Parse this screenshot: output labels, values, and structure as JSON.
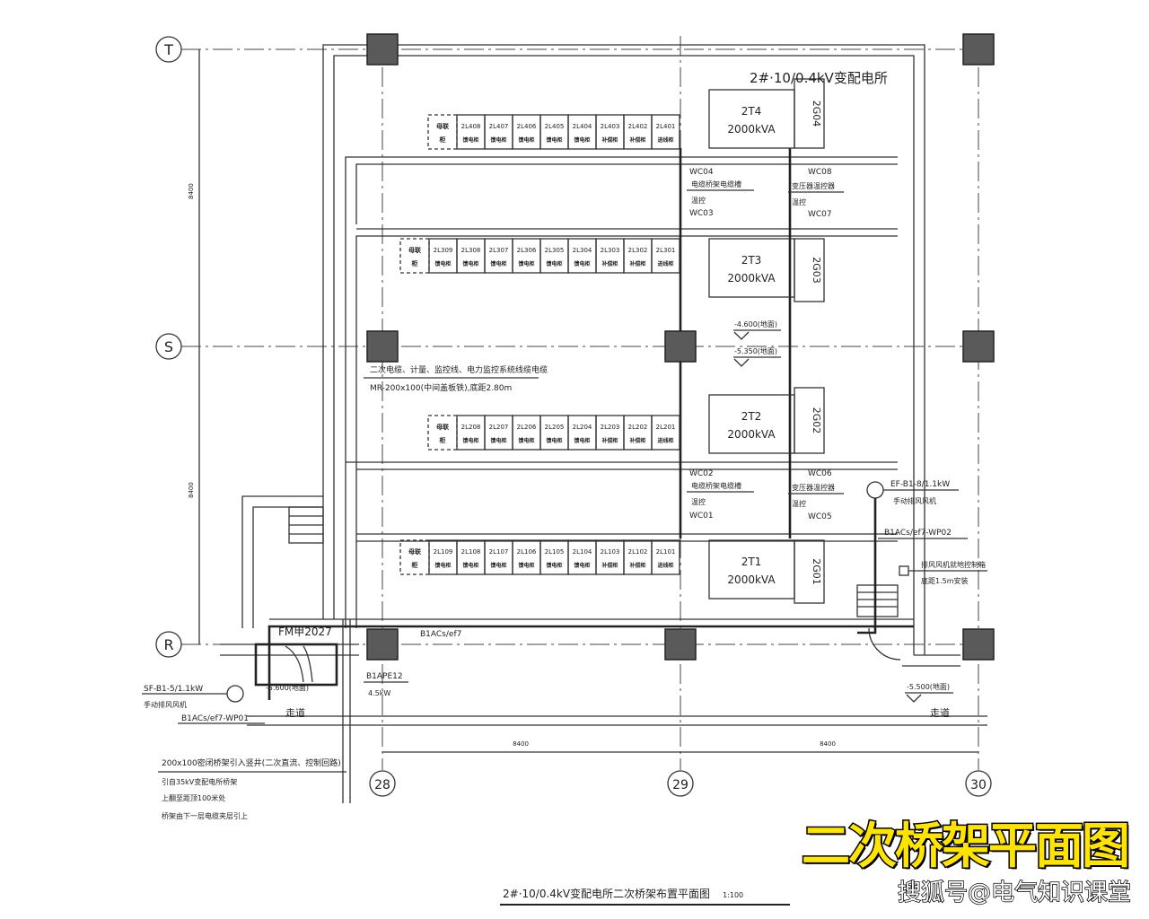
{
  "station_title": "2#·10/0.4kV变配电所",
  "drawing_title": "2#·10/0.4kV变配电所二次桥架布置平面图",
  "scale": "1:100",
  "axes": {
    "rows": [
      "T",
      "S",
      "R"
    ],
    "cols": [
      "28",
      "29",
      "30"
    ]
  },
  "dimensions": {
    "span_1": "8400",
    "span_2": "8400",
    "vert_1": "8400",
    "vert_2": "8400"
  },
  "cabinet_rows": [
    {
      "first": [
        "母联",
        "柜"
      ],
      "codes": [
        "2L408",
        "2L407",
        "2L406",
        "2L405",
        "2L404",
        "2L403",
        "2L402",
        "2L401"
      ],
      "types": [
        "馈电柜",
        "馈电柜",
        "馈电柜",
        "馈电柜",
        "馈电柜",
        "补偿柜",
        "补偿柜",
        "进线柜"
      ]
    },
    {
      "first": [
        "母联",
        "柜"
      ],
      "codes": [
        "2L309",
        "2L308",
        "2L307",
        "2L306",
        "2L305",
        "2L304",
        "2L303",
        "2L302",
        "2L301"
      ],
      "types": [
        "馈电柜",
        "馈电柜",
        "馈电柜",
        "馈电柜",
        "馈电柜",
        "馈电柜",
        "补偿柜",
        "补偿柜",
        "进线柜"
      ]
    },
    {
      "first": [
        "母联",
        "柜"
      ],
      "codes": [
        "2L208",
        "2L207",
        "2L206",
        "2L205",
        "2L204",
        "2L203",
        "2L202",
        "2L201"
      ],
      "types": [
        "馈电柜",
        "馈电柜",
        "馈电柜",
        "馈电柜",
        "馈电柜",
        "补偿柜",
        "补偿柜",
        "进线柜"
      ]
    },
    {
      "first": [
        "母联",
        "柜"
      ],
      "codes": [
        "2L109",
        "2L108",
        "2L107",
        "2L106",
        "2L105",
        "2L104",
        "2L103",
        "2L102",
        "2L101"
      ],
      "types": [
        "馈电柜",
        "馈电柜",
        "馈电柜",
        "馈电柜",
        "馈电柜",
        "馈电柜",
        "补偿柜",
        "补偿柜",
        "进线柜"
      ]
    }
  ],
  "transformers": [
    {
      "name": "2T4",
      "rating": "2000kVA",
      "panel": "2G04"
    },
    {
      "name": "2T3",
      "rating": "2000kVA",
      "panel": "2G03"
    },
    {
      "name": "2T2",
      "rating": "2000kVA",
      "panel": "2G02"
    },
    {
      "name": "2T1",
      "rating": "2000kVA",
      "panel": "2G01"
    }
  ],
  "tray_tags": {
    "wc04": "WC04",
    "wc03": "WC03",
    "wc08": "WC08",
    "wc07": "WC07",
    "wc02": "WC02",
    "wc01": "WC01",
    "wc06": "WC06",
    "wc05": "WC05",
    "note_tray": "电缆桥架电缆槽",
    "note_trans": "变压器温控器",
    "note_temp": "温控"
  },
  "notes": {
    "main_line1": "二次电缆、计量、监控线、电力监控系统线缆电缆",
    "main_line2": "MR-200x100(中间盖板铁),底距2.80m",
    "level_1": "-4.600(地面)",
    "level_2": "-5.350(地面)",
    "fan_left": "SF-B1-5/1.1kW",
    "fan_left_desc": "手动排风风机",
    "fan_left_cable": "B1ACs/ef7-WP01",
    "door_left": "FM甲2027",
    "level_left": "-5.600(地面)",
    "corridor_left": "走道",
    "tag_b1acs": "B1ACs/ef7",
    "tag_b1ape": "B1APE12",
    "tag_kw": "4.5kW",
    "fan_right": "EF-B1-8/1.1kW",
    "fan_right_desc": "手动排风风机",
    "fan_right_cable": "B1ACs/ef7-WP02",
    "box_right_1": "排风风机就地控制箱",
    "box_right_2": "底距1.5m安装",
    "level_right": "-5.500(地面)",
    "corridor_right": "走道",
    "tray_note_1": "200x100密闭桥架引入竖井(二次直流、控制回路)",
    "tray_note_2": "引自35kV变配电所桥架",
    "tray_note_3": "上翻至距顶100米处",
    "tray_note_4": "桥架由下一层电缆夹层引上"
  },
  "watermark": {
    "title": "二次桥架平面图",
    "credit": "搜狐号@电气知识课堂"
  }
}
